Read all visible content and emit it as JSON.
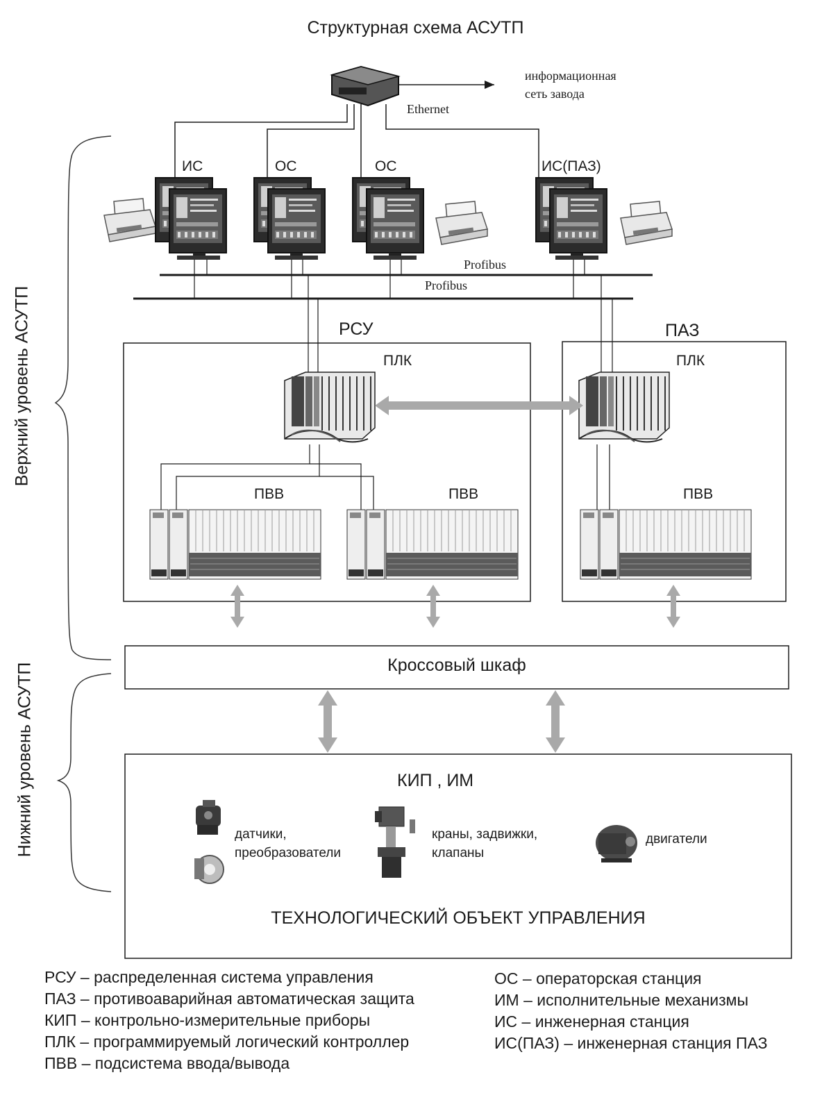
{
  "title": "Структурная схема АСУТП",
  "network": {
    "plant_network": "информационная\nсеть завода",
    "ethernet": "Ethernet",
    "profibus_1": "Profibus",
    "profibus_2": "Profibus"
  },
  "stations": [
    {
      "label": "ИС",
      "printer": true
    },
    {
      "label": "ОС",
      "printer": false
    },
    {
      "label": "ОС",
      "printer": true
    },
    {
      "label": "ИС(ПАЗ)",
      "printer": true
    }
  ],
  "levels": {
    "upper": "Верхний уровень АСУТП",
    "lower": "Нижний уровень АСУТП"
  },
  "rsu": {
    "title": "РСУ",
    "plc": "ПЛК",
    "io_left": "ПВВ",
    "io_right": "ПВВ"
  },
  "paz": {
    "title": "ПАЗ",
    "plc": "ПЛК",
    "io": "ПВВ"
  },
  "cross_cabinet": "Кроссовый шкаф",
  "field": {
    "title": "КИП , ИМ",
    "sensors": "датчики,\nпреобразователи",
    "valves": "краны, задвижки,\nклапаны",
    "motors": "двигатели",
    "object": "ТЕХНОЛОГИЧЕСКИЙ ОБЪЕКТ УПРАВЛЕНИЯ"
  },
  "legend": {
    "left": [
      "РСУ – распределенная система управления",
      "ПАЗ – противоаварийная автоматическая защита",
      "КИП – контрольно-измерительные приборы",
      "ПЛК – программируемый логический контроллер",
      "ПВВ – подсистема ввода/вывода"
    ],
    "right": [
      "ОС – операторская станция",
      "ИМ – исполнительные механизмы",
      "ИС – инженерная станция",
      "ИС(ПАЗ) – инженерная станция ПАЗ"
    ]
  },
  "colors": {
    "line": "#1a1a1a",
    "arrow": "#a9a9a9",
    "device_dark": "#3a3a3a",
    "device_light": "#d9d9d9"
  }
}
